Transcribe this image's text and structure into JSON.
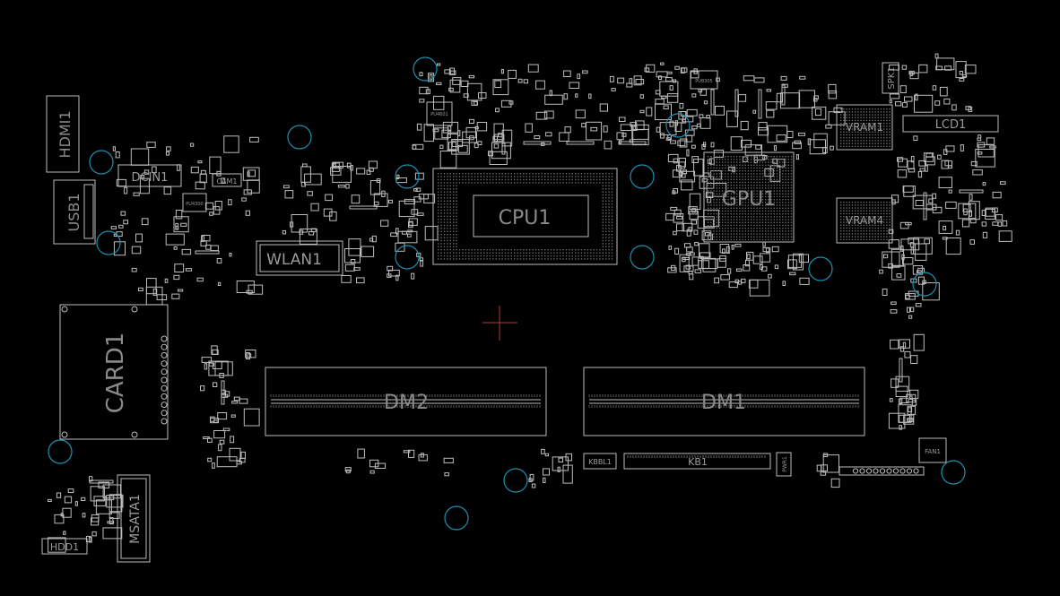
{
  "colors": {
    "background": "#000000",
    "outline": "#bdbdbd",
    "label_big": "#8a8a8a",
    "label_small": "#9a9a9a",
    "mounting_hole": "#1f8fb0",
    "cursor": "#b03a3a"
  },
  "labels": {
    "hdmi": "HDMI1",
    "usb": "USB1",
    "dcin": "DCIN1",
    "cam": "CAM1",
    "card": "CARD1",
    "wlan": "WLAN1",
    "cpu": "CPU1",
    "gpu": "GPU1",
    "vram1": "VRAM1",
    "vram4": "VRAM4",
    "lcd": "LCD1",
    "spk": "SPK1",
    "dm2": "DM2",
    "dm1": "DM1",
    "kbbl": "KBBL1",
    "kb": "KB1",
    "fan": "FAN1",
    "msata": "MSATA1",
    "hdd": "HDD1",
    "pwr": "PWR1",
    "pu_a": "PU4601",
    "pu_b": "PU4300",
    "pu_c": "PU8305"
  }
}
